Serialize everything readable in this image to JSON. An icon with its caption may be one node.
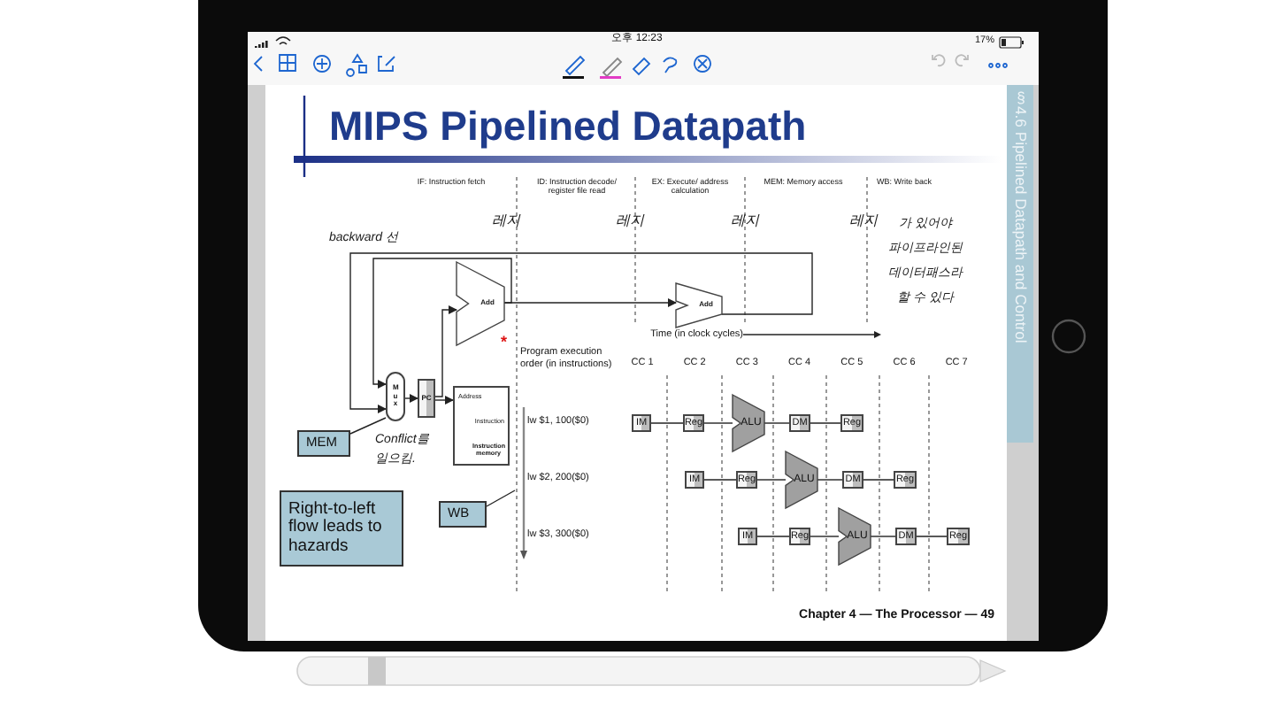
{
  "diagram": {
    "title": "MIPS Pipelined Datapath",
    "nodes": [
      {
        "text": [
          "Add"
        ]
      },
      {
        "text": [
          "Add"
        ]
      },
      {
        "text": [
          "M u x"
        ]
      },
      {
        "text": [
          "PC"
        ]
      },
      {
        "text": [
          "Address",
          "Instruction",
          "Instruction memory"
        ]
      },
      {
        "text": [
          "MEM"
        ]
      },
      {
        "text": [
          "Right-to-left flow leads to hazards"
        ]
      },
      {
        "text": [
          "WB"
        ]
      },
      {
        "text": [
          "IM"
        ]
      },
      {
        "text": [
          "Reg"
        ]
      },
      {
        "text": [
          "ALU"
        ]
      },
      {
        "text": [
          "DM"
        ]
      },
      {
        "text": [
          "Reg"
        ]
      },
      {
        "text": [
          "IM"
        ]
      },
      {
        "text": [
          "Reg"
        ]
      },
      {
        "text": [
          "ALU"
        ]
      },
      {
        "text": [
          "DM"
        ]
      },
      {
        "text": [
          "Reg"
        ]
      },
      {
        "text": [
          "IM"
        ]
      },
      {
        "text": [
          "Reg"
        ]
      },
      {
        "text": [
          "ALU"
        ]
      },
      {
        "text": [
          "DM"
        ]
      },
      {
        "text": [
          "Reg"
        ]
      }
    ],
    "edges": [
      {
        "from": 2,
        "to": 3,
        "arrow": "to"
      },
      {
        "from": 3,
        "to": 0,
        "arrow": "to"
      },
      {
        "from": 3,
        "to": 4,
        "arrow": "to"
      },
      {
        "from": 0,
        "to": 2,
        "arrow": "to"
      },
      {
        "from": 0,
        "to": 1,
        "arrow": "to"
      },
      {
        "from": 1,
        "to": 2,
        "arrow": "to"
      },
      {
        "from": 5,
        "to": 2,
        "arrow": "none"
      },
      {
        "from": 7,
        "to": null,
        "arrow": "none"
      },
      {
        "from": 8,
        "to": 9,
        "arrow": "none"
      },
      {
        "from": 9,
        "to": 10,
        "arrow": "none"
      },
      {
        "from": 10,
        "to": 11,
        "arrow": "none"
      },
      {
        "from": 11,
        "to": 12,
        "arrow": "none"
      },
      {
        "from": 13,
        "to": 14,
        "arrow": "none"
      },
      {
        "from": 14,
        "to": 15,
        "arrow": "none"
      },
      {
        "from": 15,
        "to": 16,
        "arrow": "none"
      },
      {
        "from": 16,
        "to": 17,
        "arrow": "none"
      },
      {
        "from": 18,
        "to": 19,
        "arrow": "none"
      },
      {
        "from": 19,
        "to": 20,
        "arrow": "none"
      },
      {
        "from": 20,
        "to": 21,
        "arrow": "none"
      },
      {
        "from": 21,
        "to": 22,
        "arrow": "none"
      }
    ],
    "labels": [
      "오후 12:23",
      "17%",
      "§4.6 Pipelined Datapath and Control",
      "IF: Instruction fetch",
      "ID: Instruction decode/ register file read",
      "EX: Execute/ address calculation",
      "MEM: Memory access",
      "WB: Write back",
      "레지",
      "레지",
      "레지",
      "레지",
      "가 있어야 파이프라인된 데이터패스라 할 수 있다",
      "backward 선",
      "*",
      "Program execution order (in instructions)",
      "Time (in clock cycles)",
      "Conflict를 일으킴.",
      "CC 1",
      "CC 2",
      "CC 3",
      "CC 4",
      "CC 5",
      "CC 6",
      "CC 7",
      "lw $1, 100($0)",
      "lw $2, 200($0)",
      "lw $3, 300($0)",
      "Chapter 4 — The Processor — 49"
    ]
  }
}
